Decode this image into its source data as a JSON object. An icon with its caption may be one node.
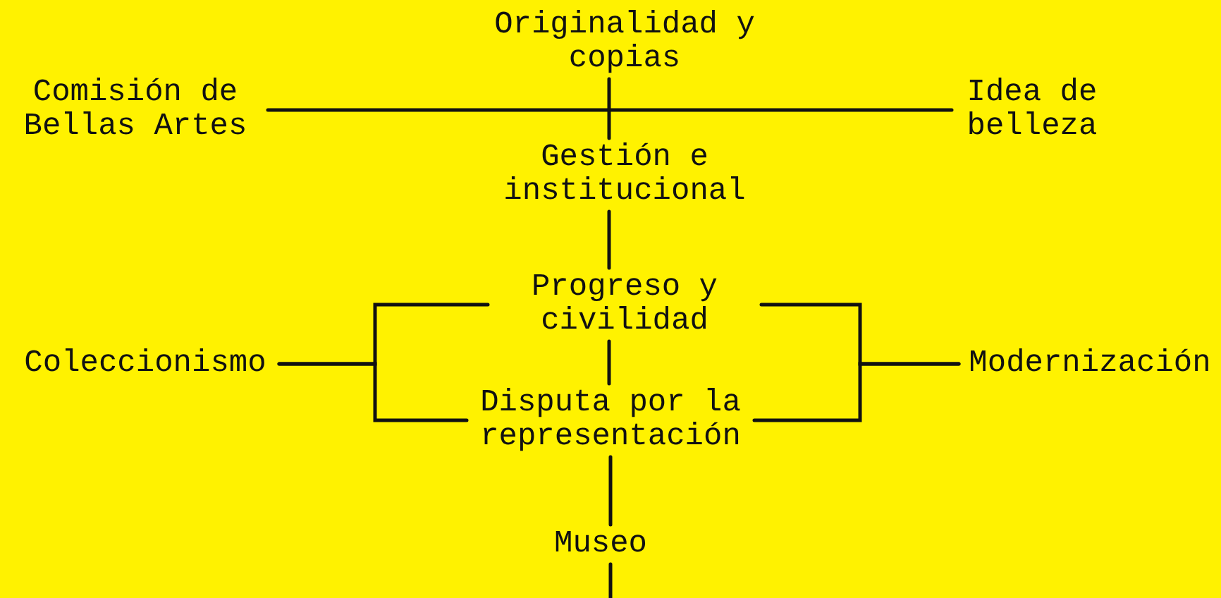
{
  "diagram": {
    "nodes": [
      {
        "text": [
          "Originalidad y copias"
        ]
      },
      {
        "text": [
          "Comisión de Bellas Artes"
        ]
      },
      {
        "text": [
          "Idea de belleza"
        ]
      },
      {
        "text": [
          "Gestión e institucional"
        ]
      },
      {
        "text": [
          "Progreso y civilidad"
        ]
      },
      {
        "text": [
          "Coleccionismo"
        ]
      },
      {
        "text": [
          "Disputa por la representación"
        ]
      },
      {
        "text": [
          "Modernización"
        ]
      },
      {
        "text": [
          "Museo"
        ]
      }
    ],
    "edges": [
      {
        "from": 1,
        "to": 2,
        "arrow": "none"
      },
      {
        "from": 0,
        "to": 3,
        "arrow": "none"
      },
      {
        "from": 3,
        "to": 4,
        "arrow": "none"
      },
      {
        "from": 4,
        "to": 6,
        "arrow": "none"
      },
      {
        "from": 5,
        "to": 4,
        "arrow": "none"
      },
      {
        "from": 5,
        "to": 6,
        "arrow": "none"
      },
      {
        "from": 7,
        "to": 4,
        "arrow": "none"
      },
      {
        "from": 7,
        "to": 6,
        "arrow": "none"
      },
      {
        "from": 6,
        "to": 8,
        "arrow": "none"
      },
      {
        "from": 8,
        "to": null,
        "arrow": "none"
      }
    ]
  }
}
